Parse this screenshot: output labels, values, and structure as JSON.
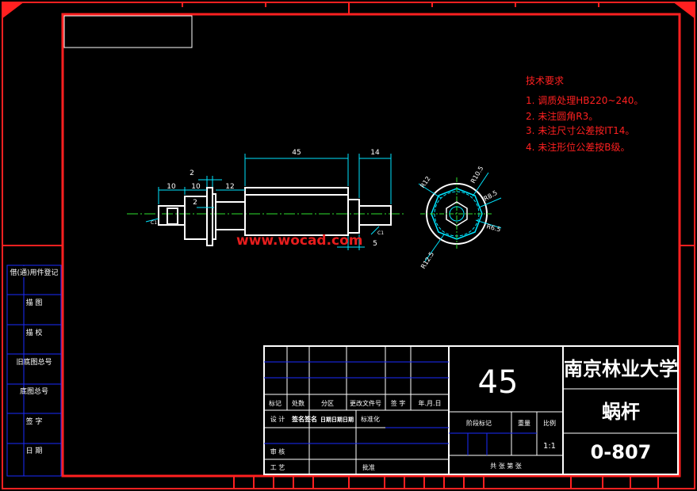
{
  "tech_requirements": {
    "heading": "技术要求",
    "items": [
      "1. 调质处理HB220~240。",
      "2. 未注圆角R3。",
      "3. 未注尺寸公差按IT14。",
      "4. 未注形位公差按B级。"
    ]
  },
  "dimensions": {
    "d45": "45",
    "d14": "14",
    "d10a": "10",
    "d10b": "10",
    "d12": "12",
    "d2a": "2",
    "d2b": "2",
    "d5": "5",
    "c1": "C1",
    "c1b": "C1"
  },
  "section_labels": {
    "r12": "R12",
    "r10_5": "R10.5",
    "r8_5": "R8.5",
    "r6_5": "R6.5",
    "r12_5": "R12.5"
  },
  "watermark": "www.wocad.com",
  "side_labels": [
    "借(通)用件登记",
    "描 图",
    "描 校",
    "旧底图总号",
    "底图总号",
    "签 字",
    "日 期"
  ],
  "title_block": {
    "material": "45",
    "school": "南京林业大学",
    "part_name": "蜗杆",
    "drawing_no": "0-807",
    "col_headers": [
      "标记",
      "处数",
      "分区",
      "更改文件号",
      "签 字",
      "年.月.日"
    ],
    "design_label": "设 计",
    "design_sig": "签名签名",
    "design_date": "日期日期日期",
    "standardize_label": "标准化",
    "review_label": "审 核",
    "process_label": "工 艺",
    "approve_label": "批准",
    "stage_label": "阶段标记",
    "weight_label": "重量",
    "scale_label": "比例",
    "scale": "1:1",
    "sheets": "共 张 第 张"
  },
  "colors": {
    "frame": "#ff2020",
    "lines": "#ffffff",
    "dims": "#00e5ff",
    "table": "#1a2bff",
    "centerline": "#2ee02e"
  }
}
